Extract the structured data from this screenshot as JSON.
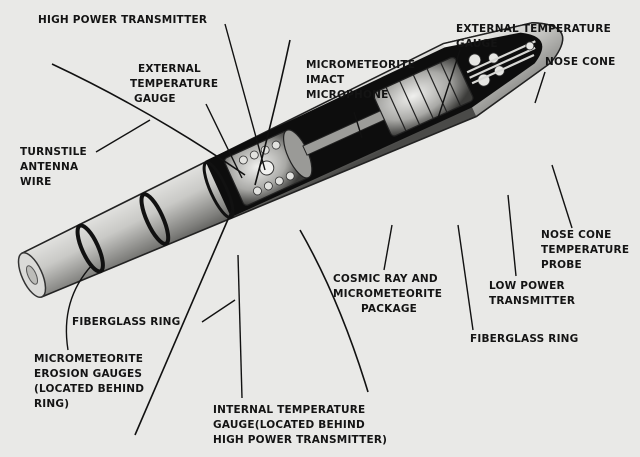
{
  "labels": {
    "high_power_transmitter": [
      "HIGH POWER TRANSMITTER"
    ],
    "external_temp_gauge_left": [
      "EXTERNAL",
      "TEMPERATURE",
      "GAUGE"
    ],
    "micrometeorite_impact_microphone": [
      "MICROMETEORITE",
      "IMACT",
      "MICROPHONE"
    ],
    "external_temp_gauge_right": [
      "EXTERNAL TEMPERATURE",
      "GAUGE"
    ],
    "nose_cone": [
      "NOSE CONE"
    ],
    "turnstile_antenna_wire": [
      "TURNSTILE",
      "ANTENNA",
      "WIRE"
    ],
    "nose_cone_temperature_probe": [
      "NOSE CONE",
      "TEMPERATURE",
      "PROBE"
    ],
    "low_power_transmitter": [
      "LOW POWER",
      "TRANSMITTER"
    ],
    "cosmic_ray_package": [
      "COSMIC RAY AND",
      "MICROMETEORITE",
      "PACKAGE"
    ],
    "fiberglass_ring_left": [
      "FIBERGLASS RING"
    ],
    "fiberglass_ring_right": [
      "FIBERGLASS RING"
    ],
    "micrometeorite_erosion_gauges": [
      "MICROMETEORITE",
      "EROSION GAUGES",
      "(LOCATED BEHIND",
      "RING)"
    ],
    "internal_temperature_gauge": [
      "INTERNAL TEMPERATURE",
      "GAUGE(LOCATED BEHIND",
      "HIGH POWER TRANSMITTER)"
    ]
  },
  "colors": {
    "background": "#e9e9e7",
    "ink": "#141414",
    "shell_light": "#d4d4d2",
    "shell_dark": "#2a2a2a",
    "interior": "#0d0d0d"
  }
}
